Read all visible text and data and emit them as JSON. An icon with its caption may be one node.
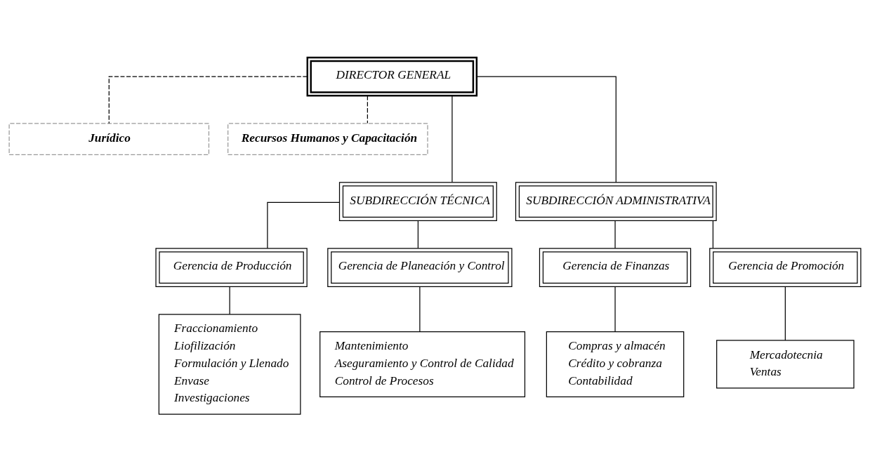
{
  "diagram": {
    "nodes": [
      {
        "text": [
          "DIRECTOR GENERAL"
        ]
      },
      {
        "text": [
          "Jurídico"
        ]
      },
      {
        "text": [
          "Recursos Humanos y Capacitación"
        ]
      },
      {
        "text": [
          "SUBDIRECCIÓN TÉCNICA"
        ]
      },
      {
        "text": [
          "SUBDIRECCIÓN ADMINISTRATIVA"
        ]
      },
      {
        "text": [
          "Gerencia de Producción"
        ]
      },
      {
        "text": [
          "Gerencia de Planeación y Control"
        ]
      },
      {
        "text": [
          "Gerencia de Finanzas"
        ]
      },
      {
        "text": [
          "Gerencia de Promoción"
        ]
      },
      {
        "text": [
          "Fraccionamiento",
          "Liofilización",
          "Formulación y Llenado",
          "Envase",
          "Investigaciones"
        ]
      },
      {
        "text": [
          "Mantenimiento",
          "Aseguramiento y Control de Calidad",
          "Control de Procesos"
        ]
      },
      {
        "text": [
          "Compras y almacén",
          "Crédito y cobranza",
          "Contabilidad"
        ]
      },
      {
        "text": [
          "Mercadotecnia",
          "Ventas"
        ]
      }
    ],
    "edges": [
      {
        "from": 0,
        "to": 1,
        "arrow": "none",
        "style": "dashed"
      },
      {
        "from": 0,
        "to": 2,
        "arrow": "none",
        "style": "dashed"
      },
      {
        "from": 0,
        "to": 3,
        "arrow": "none"
      },
      {
        "from": 0,
        "to": 4,
        "arrow": "none"
      },
      {
        "from": 3,
        "to": 5,
        "arrow": "none"
      },
      {
        "from": 3,
        "to": 6,
        "arrow": "none"
      },
      {
        "from": 4,
        "to": 7,
        "arrow": "none"
      },
      {
        "from": 4,
        "to": 8,
        "arrow": "none"
      },
      {
        "from": 5,
        "to": 9,
        "arrow": "none"
      },
      {
        "from": 6,
        "to": 10,
        "arrow": "none"
      },
      {
        "from": 7,
        "to": 11,
        "arrow": "none"
      },
      {
        "from": 8,
        "to": 12,
        "arrow": "none"
      }
    ]
  }
}
